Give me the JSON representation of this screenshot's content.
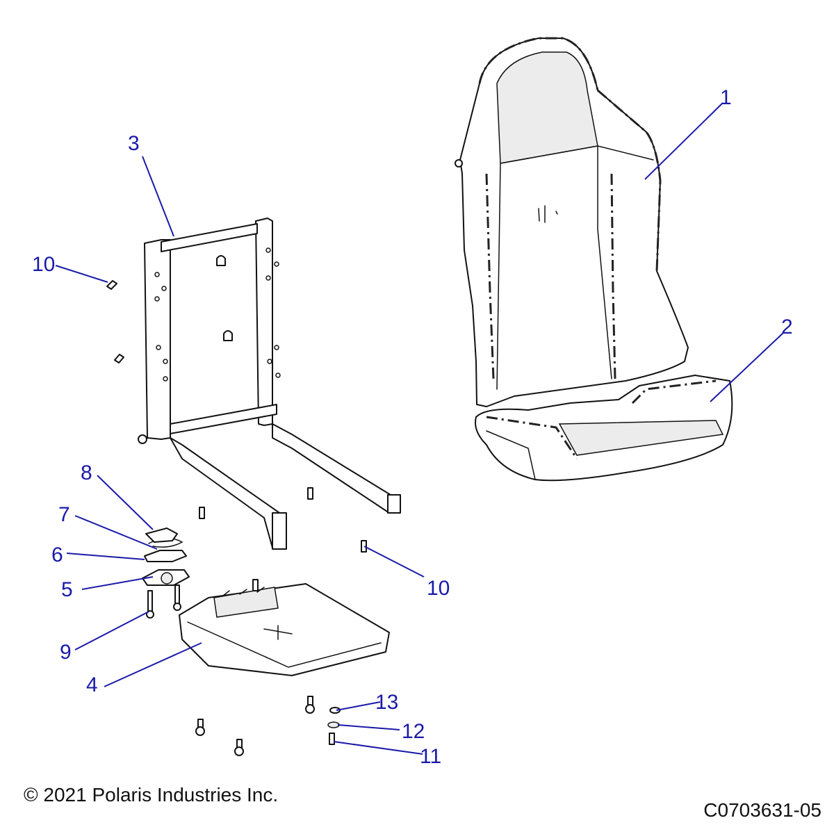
{
  "callouts": [
    {
      "id": "1",
      "label": "1"
    },
    {
      "id": "2",
      "label": "2"
    },
    {
      "id": "3",
      "label": "3"
    },
    {
      "id": "4",
      "label": "4"
    },
    {
      "id": "5",
      "label": "5"
    },
    {
      "id": "6",
      "label": "6"
    },
    {
      "id": "7",
      "label": "7"
    },
    {
      "id": "8",
      "label": "8"
    },
    {
      "id": "9",
      "label": "9"
    },
    {
      "id": "10a",
      "label": "10"
    },
    {
      "id": "10b",
      "label": "10"
    },
    {
      "id": "11",
      "label": "11"
    },
    {
      "id": "12",
      "label": "12"
    },
    {
      "id": "13",
      "label": "13"
    }
  ],
  "footer": {
    "copyright": "© 2021 Polaris Industries Inc.",
    "drawing_number": "C0703631-05"
  },
  "colors": {
    "callout": "#1a1aa8",
    "linework": "#111111",
    "background": "#ffffff"
  }
}
